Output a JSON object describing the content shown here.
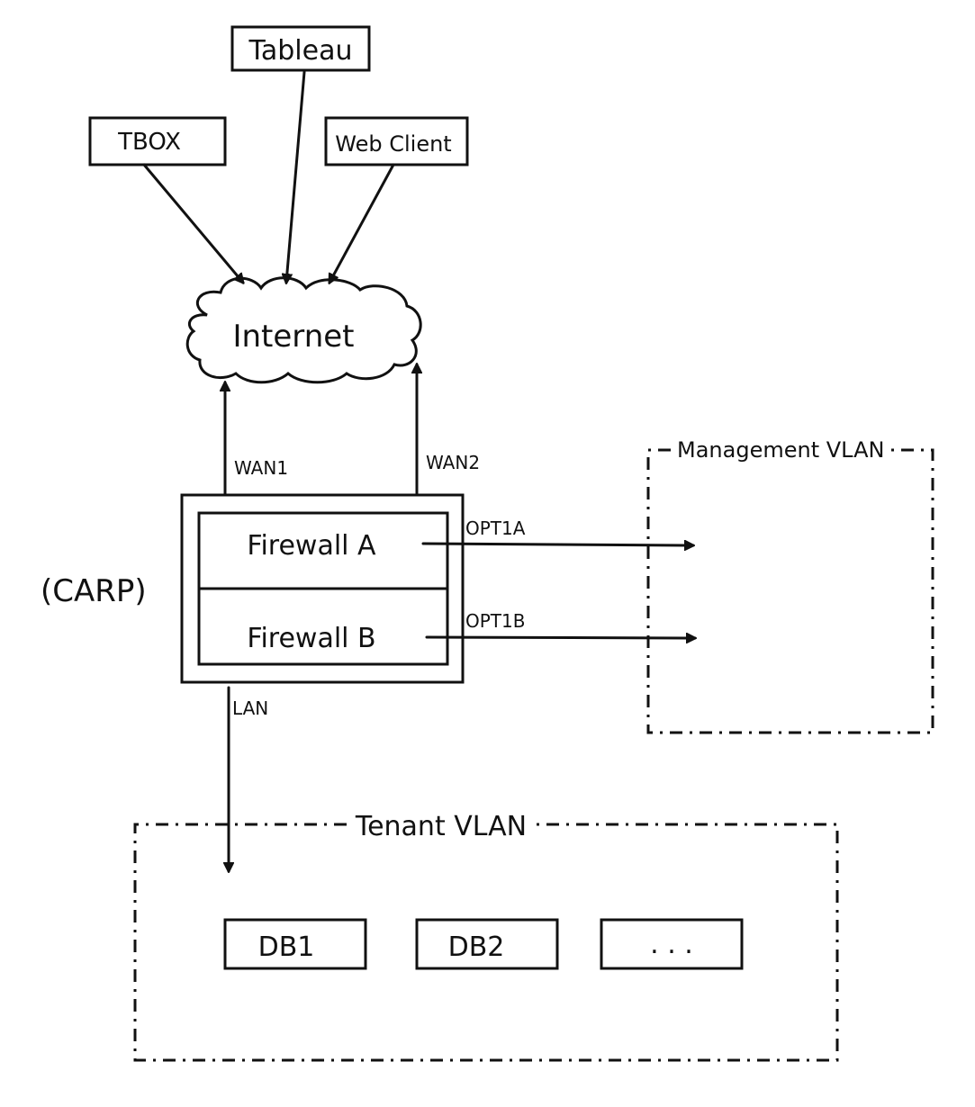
{
  "nodes": {
    "tableau": "Tableau",
    "tbox": "TBOX",
    "web_client": "Web Client",
    "internet": "Internet",
    "firewall_a": "Firewall A",
    "firewall_b": "Firewall B",
    "carp": "(CARP)",
    "db1": "DB1",
    "db2": "DB2",
    "db_more": ". . ."
  },
  "links": {
    "wan1": "WAN1",
    "wan2": "WAN2",
    "opt1a": "OPT1A",
    "opt1b": "OPT1B",
    "lan": "LAN"
  },
  "zones": {
    "management_vlan": "Management VLAN",
    "tenant_vlan": "Tenant VLAN"
  }
}
